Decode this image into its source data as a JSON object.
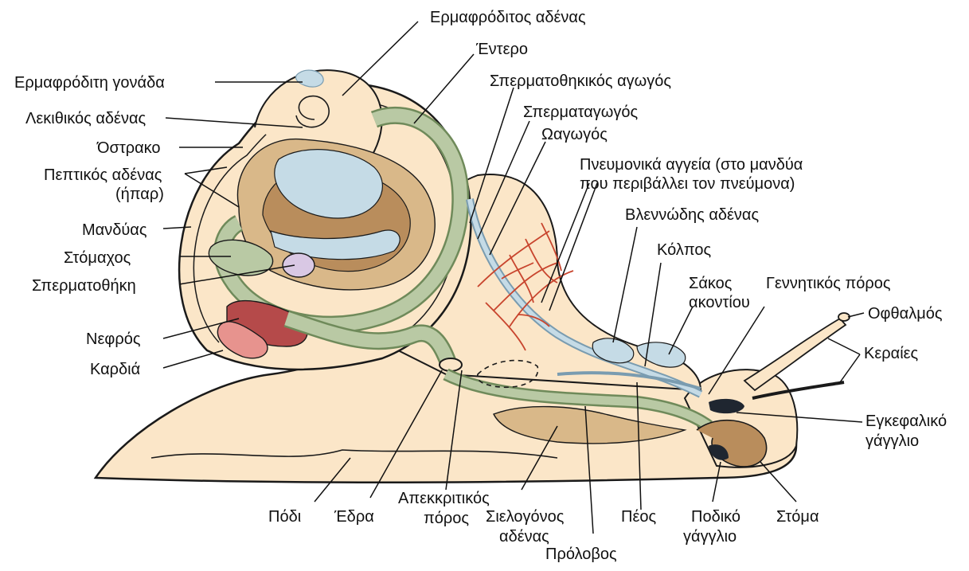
{
  "colors": {
    "body_fill": "#fbe6c8",
    "body_stroke": "#1a1a1a",
    "digestive_green": "#b9c9a4",
    "digestive_green_dark": "#6f8a5a",
    "gland_brown": "#b98d5c",
    "gland_brown_light": "#d9b889",
    "duct_blue": "#c5dbe6",
    "vessel_red": "#c8452e",
    "kidney_red": "#b54a4a",
    "heart_pink": "#e7938e",
    "receptacle_purple": "#d9c8e4",
    "ganglion_dark": "#1f2630",
    "label_text": "#111111",
    "leader_line": "#111111"
  },
  "labels": [
    {
      "id": "hermaphrodite-duct",
      "text": "Ερμαφρόδιτος αδένας"
    },
    {
      "id": "intestine",
      "text": "Έντερο"
    },
    {
      "id": "sperm-duct",
      "text": "Σπερματοθηκικός αγωγός"
    },
    {
      "id": "vas-deferens",
      "text": "Σπερματαγωγός"
    },
    {
      "id": "oviduct",
      "text": "Ωαγωγός"
    },
    {
      "id": "pulmonary-vessels-1",
      "text": "Πνευμονικά αγγεία (στο μανδύα"
    },
    {
      "id": "pulmonary-vessels-2",
      "text": "που περιβάλλει τον πνεύμονα)"
    },
    {
      "id": "mucous-gland",
      "text": "Βλεννώδης αδένας"
    },
    {
      "id": "sinus",
      "text": "Κόλπος"
    },
    {
      "id": "dart-sac-1",
      "text": "Σάκος"
    },
    {
      "id": "dart-sac-2",
      "text": "ακοντίου"
    },
    {
      "id": "genital-pore",
      "text": "Γεννητικός πόρος"
    },
    {
      "id": "eye",
      "text": "Οφθαλμός"
    },
    {
      "id": "tentacles",
      "text": "Κεραίες"
    },
    {
      "id": "cerebral-ganglion-1",
      "text": "Εγκεφαλικό"
    },
    {
      "id": "cerebral-ganglion-2",
      "text": "γάγγλιο"
    },
    {
      "id": "mouth",
      "text": "Στόμα"
    },
    {
      "id": "pedal-ganglion-1",
      "text": "Ποδικό"
    },
    {
      "id": "pedal-ganglion-2",
      "text": "γάγγλιο"
    },
    {
      "id": "penis",
      "text": "Πέος"
    },
    {
      "id": "crop",
      "text": "Πρόλοβος"
    },
    {
      "id": "salivary-gland-1",
      "text": "Σιελογόνος"
    },
    {
      "id": "salivary-gland-2",
      "text": "αδένας"
    },
    {
      "id": "excretory-pore-1",
      "text": "Απεκκριτικός"
    },
    {
      "id": "excretory-pore-2",
      "text": "πόρος"
    },
    {
      "id": "anus",
      "text": "Έδρα"
    },
    {
      "id": "foot",
      "text": "Πόδι"
    },
    {
      "id": "heart",
      "text": "Καρδιά"
    },
    {
      "id": "kidney",
      "text": "Νεφρός"
    },
    {
      "id": "spermatheca",
      "text": "Σπερματοθήκη"
    },
    {
      "id": "stomach",
      "text": "Στόμαχος"
    },
    {
      "id": "mantle",
      "text": "Μανδύας"
    },
    {
      "id": "digestive-gland-1",
      "text": "Πεπτικός αδένας"
    },
    {
      "id": "digestive-gland-2",
      "text": "(ήπαρ)"
    },
    {
      "id": "shell",
      "text": "Όστρακο"
    },
    {
      "id": "albumen-gland",
      "text": "Λεκιθικός αδένας"
    },
    {
      "id": "gonad",
      "text": "Ερμαφρόδιτη γονάδα"
    }
  ]
}
